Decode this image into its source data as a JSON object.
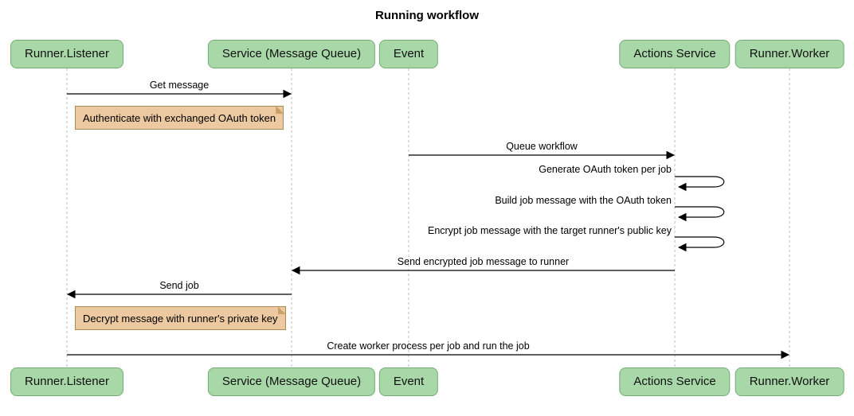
{
  "title": "Running workflow",
  "participants": [
    {
      "id": "runner-listener",
      "label": "Runner.Listener"
    },
    {
      "id": "service-message-queue",
      "label": "Service (Message Queue)"
    },
    {
      "id": "event",
      "label": "Event"
    },
    {
      "id": "actions-service",
      "label": "Actions Service"
    },
    {
      "id": "runner-worker",
      "label": "Runner.Worker"
    }
  ],
  "messages": [
    {
      "label": "Get message",
      "from": "Runner.Listener",
      "to": "Service (Message Queue)",
      "type": "solid-arrow"
    },
    {
      "label": "Queue workflow",
      "from": "Event",
      "to": "Actions Service",
      "type": "solid-arrow"
    },
    {
      "label": "Generate OAuth token per job",
      "from": "Actions Service",
      "to": "Actions Service",
      "type": "self-loop"
    },
    {
      "label": "Build job message with the OAuth token",
      "from": "Actions Service",
      "to": "Actions Service",
      "type": "self-loop"
    },
    {
      "label": "Encrypt job message with the target runner's public key",
      "from": "Actions Service",
      "to": "Actions Service",
      "type": "self-loop"
    },
    {
      "label": "Send encrypted job message to runner",
      "from": "Actions Service",
      "to": "Service (Message Queue)",
      "type": "solid-arrow"
    },
    {
      "label": "Send job",
      "from": "Service (Message Queue)",
      "to": "Runner.Listener",
      "type": "solid-arrow"
    },
    {
      "label": "Create worker process per job and run the job",
      "from": "Runner.Listener",
      "to": "Runner.Worker",
      "type": "solid-arrow"
    }
  ],
  "notes": [
    {
      "label": "Authenticate with exchanged OAuth token",
      "near": "Runner.Listener"
    },
    {
      "label": "Decrypt message with runner's private key",
      "near": "Runner.Listener"
    }
  ],
  "colors": {
    "participant_fill": "#a8d8a8",
    "participant_border": "#74ab74",
    "note_fill": "#ecc9a0",
    "note_border": "#a98a50",
    "lifeline": "#bdbdbd",
    "arrow": "#000000",
    "background": "#ffffff"
  }
}
